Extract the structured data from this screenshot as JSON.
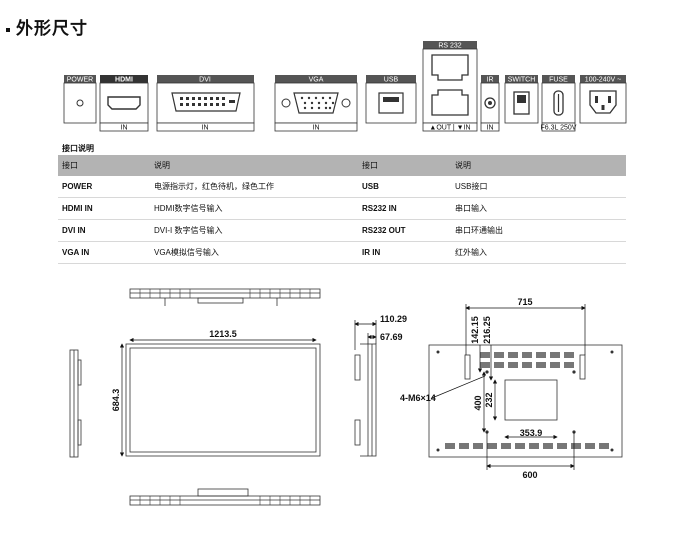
{
  "title": "外形尺寸",
  "ports": {
    "power": "POWER",
    "hdmi": "HDMI",
    "dvi": "DVI",
    "vga": "VGA",
    "usb": "USB",
    "rs232": "RS 232",
    "ir": "IR",
    "switch": "SWITCH",
    "fuse": "FUSE",
    "ac": "100-240V ~",
    "in": "IN",
    "out_in": "▲OUT | ▼IN",
    "fuse_rating": "F6.3L 250V"
  },
  "table": {
    "caption": "接口说明",
    "headers": [
      "接口",
      "说明",
      "接口",
      "说明"
    ],
    "rows": [
      [
        "POWER",
        "电源指示灯，红色待机，绿色工作",
        "USB",
        "USB接口"
      ],
      [
        "HDMI IN",
        "HDMI数字信号输入",
        "RS232 IN",
        "串口输入"
      ],
      [
        "DVI IN",
        "DVI-I 数字信号输入",
        "RS232 OUT",
        "串口环通输出"
      ],
      [
        "VGA IN",
        "VGA模拟信号输入",
        "IR IN",
        "红外输入"
      ]
    ]
  },
  "dimensions": {
    "width": "1213.5",
    "height": "684.3",
    "depth_max": "110.29",
    "depth_min": "67.69",
    "mount_w": "715",
    "offset_a": "142.15",
    "offset_b": "216.25",
    "screw": "4-M6×14",
    "vesa_v": "400",
    "inner_v": "232",
    "inner_h": "353.9",
    "vesa_h": "600"
  }
}
